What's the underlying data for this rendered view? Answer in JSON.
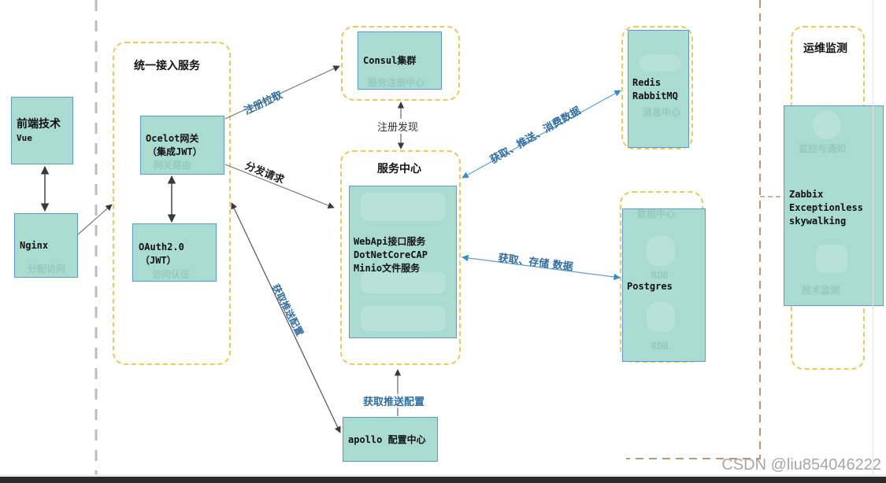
{
  "diagram": {
    "groups": {
      "access": {
        "title": "统一接入服务"
      },
      "consul": {
        "title": ""
      },
      "service_center": {
        "title": "服务中心"
      },
      "message": {
        "title": ""
      },
      "data": {
        "title": ""
      },
      "ops": {
        "title": "运维监测"
      }
    },
    "nodes": {
      "frontend": {
        "line1": "前端技术",
        "line2": "Vue"
      },
      "nginx": {
        "text": "Nginx",
        "ghost": "分配访问"
      },
      "ocelot": {
        "line1": "Ocelot网关",
        "line2": "（集成JWT）",
        "ghost": "网关路由"
      },
      "oauth": {
        "line1": "OAuth2.0",
        "line2": "（JWT）",
        "ghost": "访问认证"
      },
      "consul": {
        "text": "Consul集群",
        "ghost": "服务注册中心"
      },
      "services": {
        "line1": "WebApi接口服务",
        "line2": "DotNetCoreCAP",
        "line3": "Minio文件服务"
      },
      "mq": {
        "line1": "Redis",
        "line2": "RabbitMQ",
        "ghost": "消息中心"
      },
      "postgres": {
        "text": "Postgres",
        "ghost_title": "数据中心",
        "ghost1": "RDB",
        "ghost2": "RDB"
      },
      "monitor": {
        "line1": "Zabbix",
        "line2": "Exceptionless",
        "line3": "skywalking",
        "ghost1": "监控与通知",
        "ghost2": "技术监测"
      },
      "apollo": {
        "text": "apollo 配置中心"
      }
    },
    "edges": {
      "register_pull": "注册拉取",
      "dispatch_request": "分发请求",
      "register_discover": "注册发现",
      "mq_data": "获取、推送、消费数据",
      "db_data": "获取、存储 数据",
      "config_push_gateway": "获取推送配置",
      "config_push_service": "获取推送配置"
    }
  },
  "watermark": "CSDN @liu854046222"
}
